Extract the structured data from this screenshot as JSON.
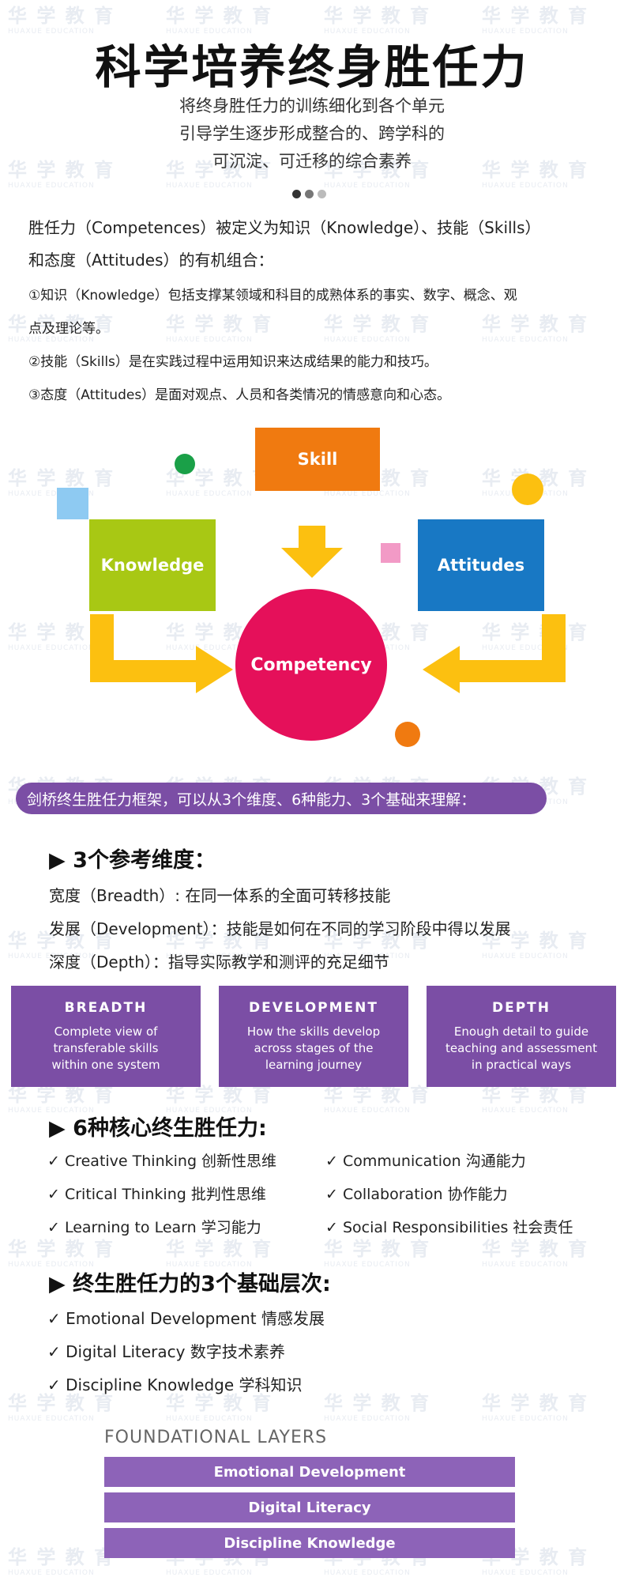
{
  "title": "科学培养终身胜任力",
  "subtitle": [
    "将终身胜任力的训练细化到各个单元",
    "引导学生逐步形成整合的、跨学科的",
    "可沉淀、可迁移的综合素养"
  ],
  "intro": [
    "胜任力（Competences）被定义为知识（Knowledge）、技能（Skills）",
    "和态度（Attitudes）的有机组合：",
    "①知识（Knowledge）包括支撑某领域和科目的成熟体系的事实、数字、概念、观",
    "点及理论等。",
    "②技能（Skills）是在实践过程中运用知识来达成结果的能力和技巧。",
    "③态度（Attitudes）是面对观点、人员和各类情况的情感意向和心态。"
  ],
  "diagram": {
    "skill": "Skill",
    "knowledge": "Knowledge",
    "attitudes": "Attitudes",
    "competency": "Competency"
  },
  "banner": "剑桥终生胜任力框架，可以从3个维度、6种能力、3个基础来理解：",
  "dimensions": {
    "title": "▶ 3个参考维度：",
    "lines": [
      "宽度（Breadth）: 在同一体系的全面可转移技能",
      "发展（Development）：技能是如何在不同的学习阶段中得以发展",
      "深度（Depth）：指导实际教学和测评的充足细节"
    ],
    "cards": [
      {
        "title": "BREADTH",
        "desc": "Complete view of\ntransferable skills\nwithin one system"
      },
      {
        "title": "DEVELOPMENT",
        "desc": "How the skills develop\nacross stages of the\nlearning journey"
      },
      {
        "title": "DEPTH",
        "desc": "Enough detail to guide\nteaching and assessment\nin practical ways"
      }
    ]
  },
  "competencies": {
    "title": "▶ 6种核心终生胜任力:",
    "left": [
      "✓ Creative Thinking 创新性思维",
      "✓ Critical Thinking 批判性思维",
      "✓ Learning to Learn  学习能力"
    ],
    "right": [
      "✓ Communication 沟通能力",
      "✓ Collaboration 协作能力",
      "✓ Social Responsibilities 社会责任"
    ]
  },
  "foundations": {
    "title": "▶ 终生胜任力的3个基础层次:",
    "lines": [
      "✓ Emotional Development 情感发展",
      "✓ Digital Literacy 数字技术素养",
      "✓ Discipline Knowledge 学科知识"
    ]
  },
  "layers": {
    "title": "FOUNDATIONAL LAYERS",
    "items": [
      "Emotional Development",
      "Digital Literacy",
      "Discipline Knowledge"
    ]
  },
  "watermark": {
    "text": "华 学 教 育",
    "sub": "HUAXUE EDUCATION",
    "color": "#e8ecf2"
  },
  "colors": {
    "purple": "#7b4ea5",
    "orange": "#f07a10",
    "green": "#a8c814",
    "blue": "#1878c4",
    "red": "#e5105a",
    "yellow": "#fcc010"
  }
}
